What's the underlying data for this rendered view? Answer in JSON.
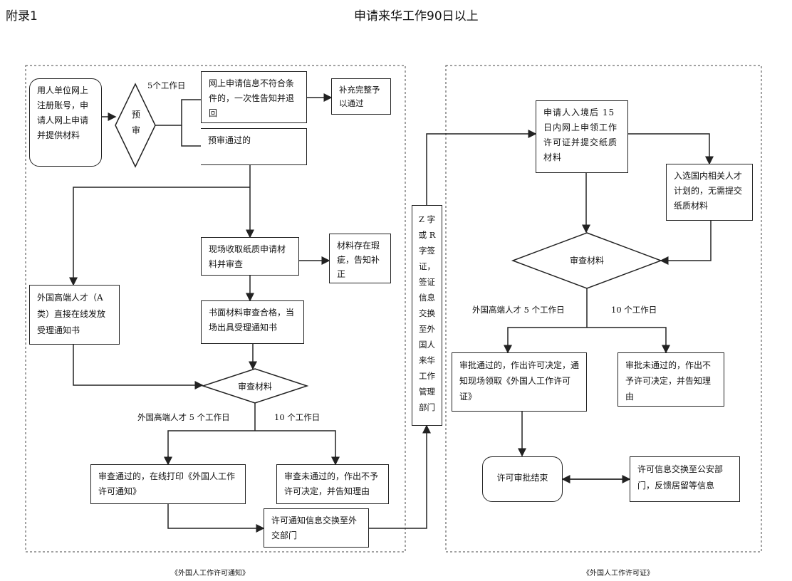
{
  "header": {
    "appendix": "附录1",
    "title": "申请来华工作90日以上"
  },
  "left_flow": {
    "register": "用人单位网上注册账号，申请人网上申请并提供材料",
    "pre_review": "预审",
    "days_5": "5个工作日",
    "not_qualified": "网上申请信息不符合条件的，一次性告知并退回",
    "supplement": "补充完整予以通过",
    "pre_passed": "预审通过的",
    "onsite": "现场收取纸质申请材料并审查",
    "defect": "材料存在瑕疵，告知补正",
    "category_a": "外国高端人才（A类）直接在线发放受理通知书",
    "written_ok": "书面材料审查合格，当场出具受理通知书",
    "review": "审查材料",
    "talent_5days": "外国高端人才 5 个工作日",
    "days_10": "10 个工作日",
    "approved": "审查通过的，在线打印《外国人工作许可通知》",
    "rejected": "审查未通过的，作出不予许可决定，并告知理由",
    "exchange": "许可通知信息交换至外交部门",
    "caption": "《外国人工作许可通知》"
  },
  "middle": {
    "visa_text": "Z 字或 R 字签证，签证信息交换至外国人来华工作管理部门"
  },
  "right_flow": {
    "entry": "申请人入境后 15 日内网上申领工作许可证并提交纸质材料",
    "plan": "入选国内相关人才计划的，无需提交纸质材料",
    "review": "审查材料",
    "talent_5days": "外国高端人才 5 个工作日",
    "days_10": "10 个工作日",
    "approved": "审批通过的，作出许可决定，通知现场领取《外国人工作许可证》",
    "rejected": "审批未通过的，作出不予许可决定，并告知理由",
    "end": "许可审批结束",
    "exchange": "许可信息交换至公安部门，反馈居留等信息",
    "caption": "《外国人工作许可证》"
  }
}
